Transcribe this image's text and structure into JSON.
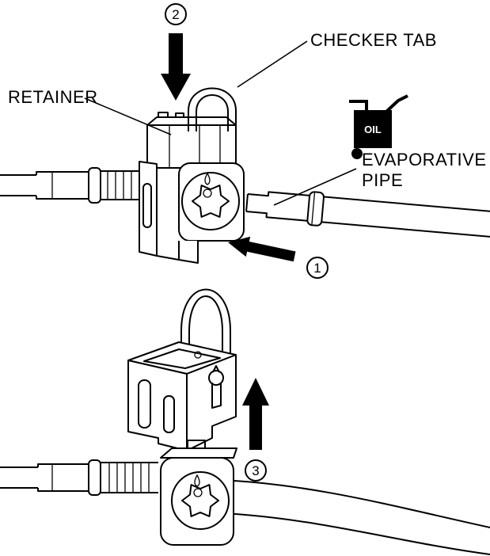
{
  "diagram": {
    "labels": {
      "retainer": "RETAINER",
      "checker_tab": "CHECKER TAB",
      "evaporative_pipe": [
        "EVAPORATIVE",
        "PIPE"
      ],
      "oil": "OIL"
    },
    "steps": [
      {
        "number": "1"
      },
      {
        "number": "2"
      },
      {
        "number": "3"
      }
    ],
    "icons": {
      "oil_can": "oil-can-icon"
    },
    "colors": {
      "line": "#000000",
      "background": "#ffffff",
      "arrow_fill": "#000000"
    }
  }
}
